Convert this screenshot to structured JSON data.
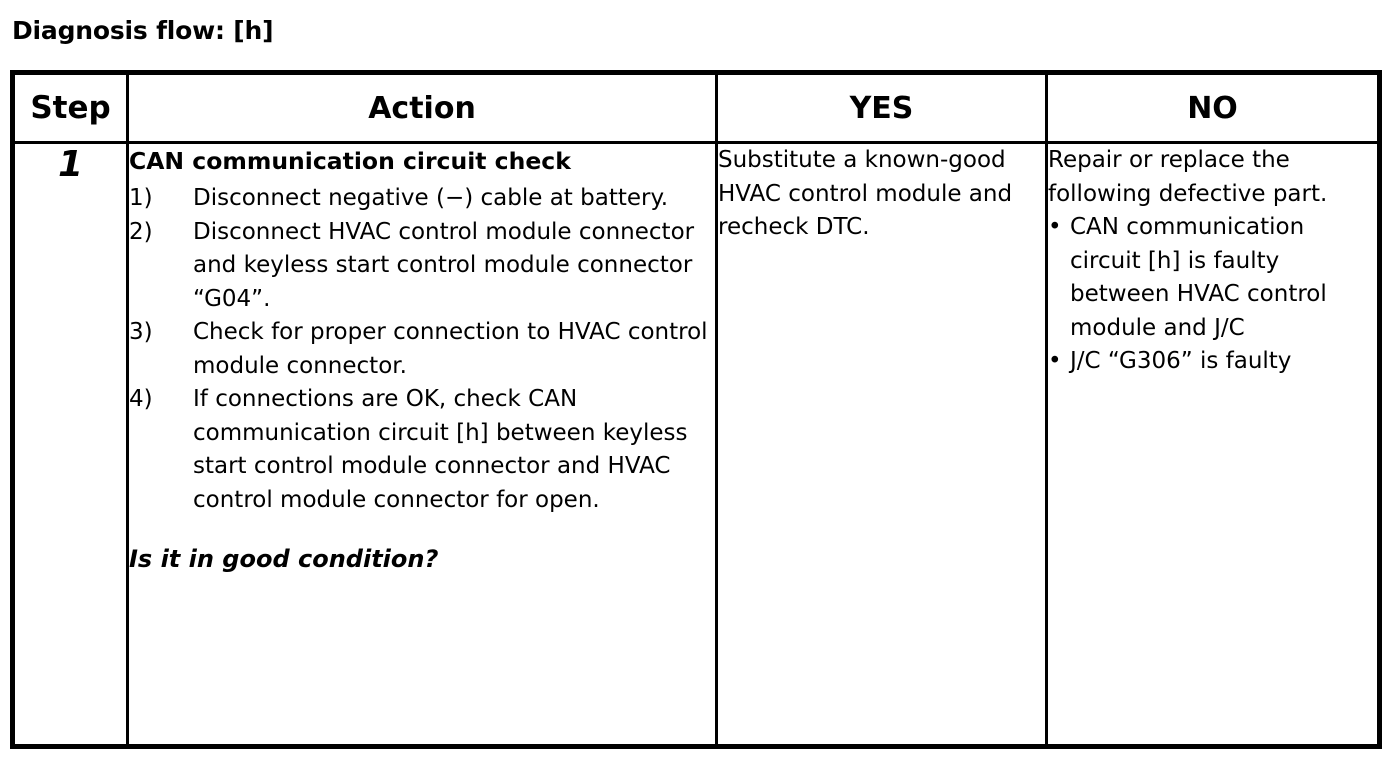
{
  "title": "Diagnosis flow: [h]",
  "table": {
    "headers": {
      "step": "Step",
      "action": "Action",
      "yes": "YES",
      "no": "NO"
    },
    "rows": [
      {
        "step": "1",
        "action": {
          "heading": "CAN communication circuit check",
          "steps": [
            {
              "num": "1)",
              "text": "Disconnect negative (−) cable at battery."
            },
            {
              "num": "2)",
              "text": "Disconnect HVAC control module connector and keyless start control module connector “G04”."
            },
            {
              "num": "3)",
              "text": "Check for proper connection to HVAC control module connector."
            },
            {
              "num": "4)",
              "text": "If connections are OK, check CAN communication circuit [h] between keyless start control module connector and HVAC control module connector for open."
            }
          ],
          "question": "Is it in good condition?"
        },
        "yes": {
          "text": "Substitute a known-good HVAC control module and recheck DTC."
        },
        "no": {
          "intro": "Repair or replace the following defective part.",
          "bullets": [
            {
              "marker": "•",
              "text": "CAN communication circuit [h] is faulty between HVAC control module and J/C"
            },
            {
              "marker": "•",
              "text": "J/C “G306” is faulty"
            }
          ]
        }
      }
    ]
  }
}
